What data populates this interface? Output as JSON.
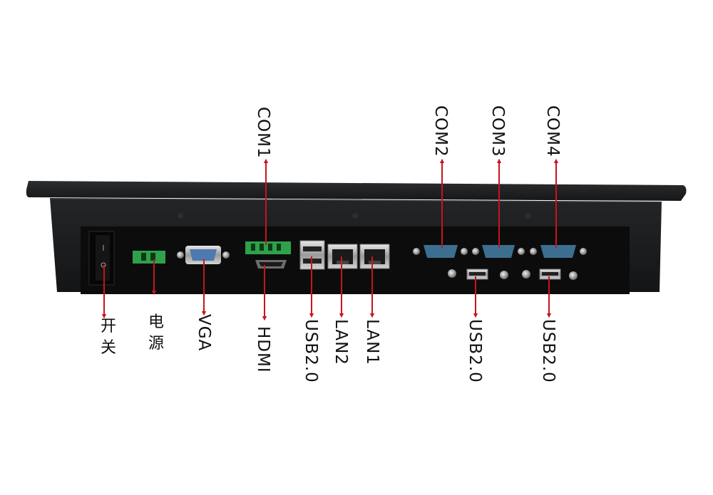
{
  "top_labels": {
    "com1": "COM1",
    "com2": "COM2",
    "com3": "COM3",
    "com4": "COM4"
  },
  "bottom_labels": {
    "switch_char1": "开",
    "switch_char2": "关",
    "power_char1": "电",
    "power_char2": "源",
    "vga": "VGA",
    "hdmi": "HDMI",
    "usb_left": "USB2.0",
    "lan2": "LAN2",
    "lan1": "LAN1",
    "usb_mid": "USB2.0",
    "usb_right": "USB2.0"
  },
  "colors": {
    "arrow": "#c8141e",
    "chassis": "#1d1f21",
    "port_panel": "#0c0c0d",
    "terminal_green": "#2fa14a",
    "db9_blue": "#3c6f8f"
  }
}
